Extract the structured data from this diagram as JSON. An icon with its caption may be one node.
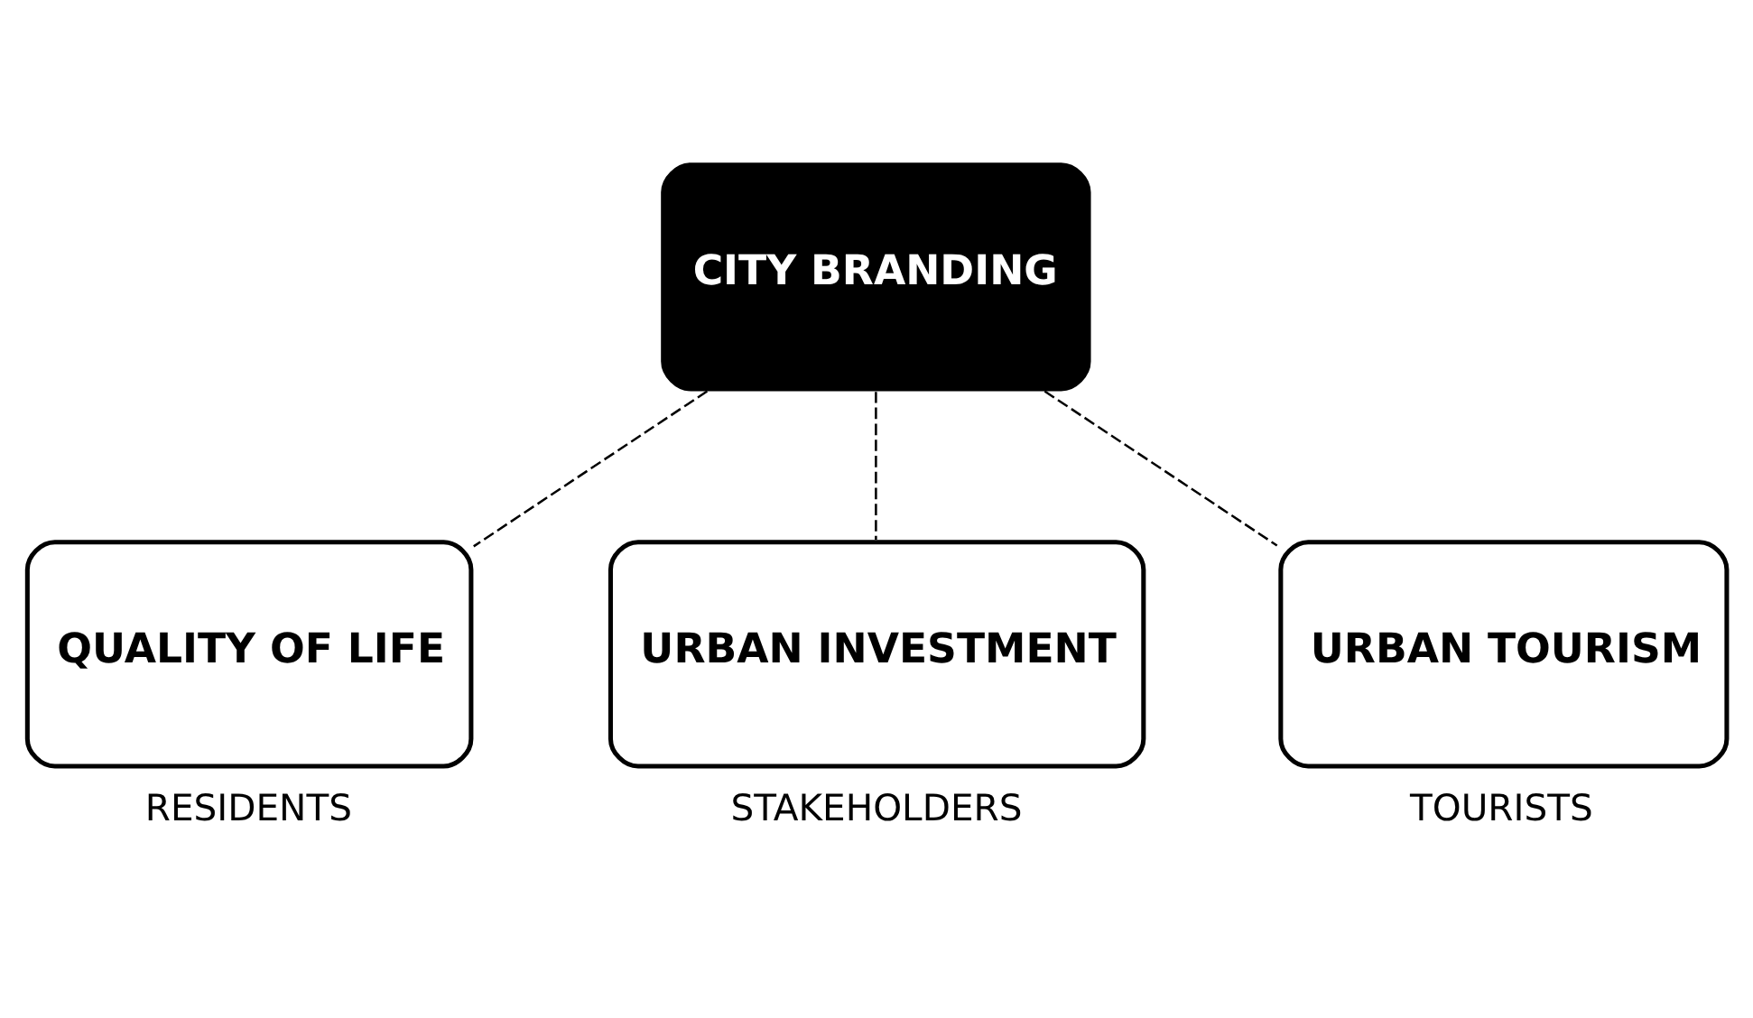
{
  "diagram": {
    "nodes": [
      {
        "text": [
          "CITY BRANDING"
        ]
      },
      {
        "text": [
          "QUALITY OF LIFE"
        ],
        "beside": [
          "RESIDENTS"
        ]
      },
      {
        "text": [
          "URBAN INVESTMENT"
        ],
        "beside": [
          "STAKEHOLDERS"
        ]
      },
      {
        "text": [
          "URBAN TOURISM"
        ],
        "beside": [
          "TOURISTS"
        ]
      }
    ],
    "edges": [
      {
        "from": 0,
        "to": 1,
        "arrow": "none",
        "style": "dashed"
      },
      {
        "from": 0,
        "to": 2,
        "arrow": "none",
        "style": "dashed"
      },
      {
        "from": 0,
        "to": 3,
        "arrow": "none",
        "style": "dashed"
      }
    ]
  }
}
